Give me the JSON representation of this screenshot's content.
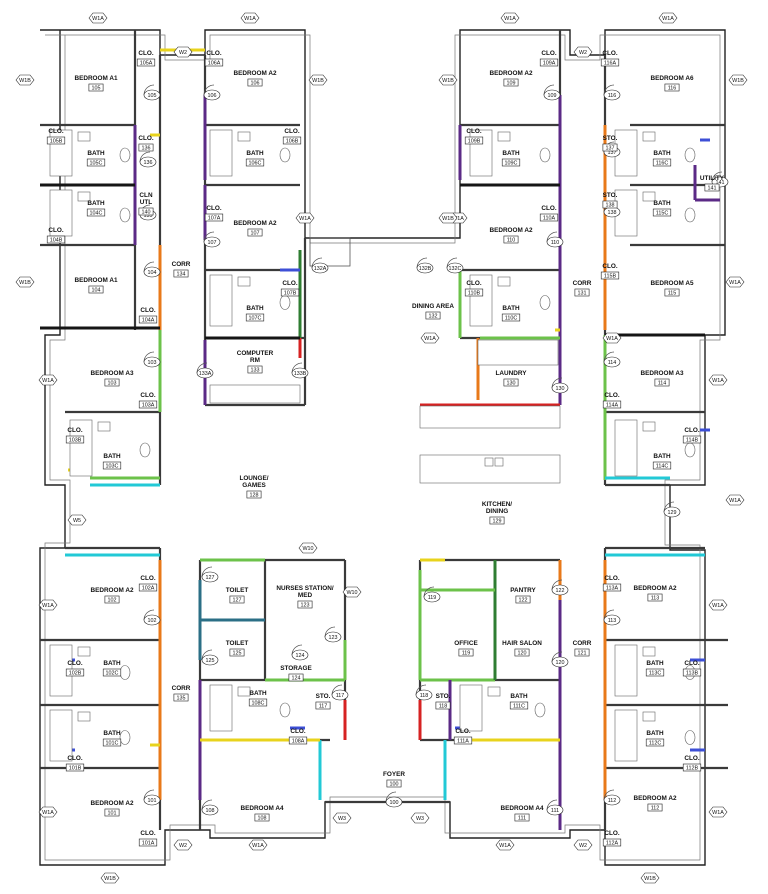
{
  "colors": {
    "purple": "#5b2a86",
    "yellow": "#e8d31c",
    "orange": "#e8791a",
    "green": "#6cc24a",
    "dkgreen": "#2f7d32",
    "cyan": "#22c9d6",
    "blue": "#3d4fd6",
    "red": "#d62222",
    "teal": "#2b6f86",
    "black": "#151515"
  },
  "rooms": [
    {
      "n": "BEDROOM A1",
      "t": "105"
    },
    {
      "n": "BATH",
      "t": "105C"
    },
    {
      "n": "BATH",
      "t": "104C"
    },
    {
      "n": "BEDROOM A1",
      "t": "104"
    },
    {
      "n": "BEDROOM A3",
      "t": "103"
    },
    {
      "n": "BATH",
      "t": "103C"
    },
    {
      "n": "CORR",
      "t": "134"
    },
    {
      "n": "BEDROOM A2",
      "t": "106"
    },
    {
      "n": "BATH",
      "t": "106C"
    },
    {
      "n": "BEDROOM A2",
      "t": "107"
    },
    {
      "n": "BATH",
      "t": "107C"
    },
    {
      "n": "COMPUTER RM",
      "t": "133"
    },
    {
      "n": "DINING AREA",
      "t": "132"
    },
    {
      "n": "BEDROOM A2",
      "t": "109"
    },
    {
      "n": "BATH",
      "t": "109C"
    },
    {
      "n": "BEDROOM A2",
      "t": "110"
    },
    {
      "n": "BATH",
      "t": "110C"
    },
    {
      "n": "LAUNDRY",
      "t": "130"
    },
    {
      "n": "CORR",
      "t": "131"
    },
    {
      "n": "BEDROOM A6",
      "t": "116"
    },
    {
      "n": "BATH",
      "t": "116C"
    },
    {
      "n": "BATH",
      "t": "115C"
    },
    {
      "n": "UTILITY",
      "t": "141"
    },
    {
      "n": "BEDROOM A5",
      "t": "115"
    },
    {
      "n": "BEDROOM A3",
      "t": "114"
    },
    {
      "n": "BATH",
      "t": "114C"
    },
    {
      "n": "LOUNGE/ GAMES",
      "t": "128"
    },
    {
      "n": "KITCHEN/ DINING",
      "t": "129"
    },
    {
      "n": "BEDROOM A2",
      "t": "102"
    },
    {
      "n": "BATH",
      "t": "102C"
    },
    {
      "n": "BATH",
      "t": "101C"
    },
    {
      "n": "BEDROOM A2",
      "t": "101"
    },
    {
      "n": "CORR",
      "t": "135"
    },
    {
      "n": "TOILET",
      "t": "127"
    },
    {
      "n": "TOILET",
      "t": "125"
    },
    {
      "n": "NURSES STATION/ MED",
      "t": "123"
    },
    {
      "n": "STORAGE",
      "t": "124"
    },
    {
      "n": "BATH",
      "t": "108C"
    },
    {
      "n": "STO.",
      "t": "117"
    },
    {
      "n": "BEDROOM A4",
      "t": "108"
    },
    {
      "n": "FOYER",
      "t": "100"
    },
    {
      "n": "OFFICE",
      "t": "119"
    },
    {
      "n": "PANTRY",
      "t": "122"
    },
    {
      "n": "HAIR SALON",
      "t": "120"
    },
    {
      "n": "STO.",
      "t": "118"
    },
    {
      "n": "BATH",
      "t": "111C"
    },
    {
      "n": "BEDROOM A4",
      "t": "111"
    },
    {
      "n": "CORR",
      "t": "121"
    },
    {
      "n": "BEDROOM A2",
      "t": "113"
    },
    {
      "n": "BATH",
      "t": "113C"
    },
    {
      "n": "BATH",
      "t": "112C"
    },
    {
      "n": "BEDROOM A2",
      "t": "112"
    },
    {
      "n": "CLO.",
      "t": "105A"
    },
    {
      "n": "CLO.",
      "t": "105B"
    },
    {
      "n": "CLO.",
      "t": "104B"
    },
    {
      "n": "CLO.",
      "t": "104A"
    },
    {
      "n": "CLO.",
      "t": "103A"
    },
    {
      "n": "CLO.",
      "t": "103B"
    },
    {
      "n": "CLO.",
      "t": "106A"
    },
    {
      "n": "CLO.",
      "t": "106B"
    },
    {
      "n": "CLO.",
      "t": "107A"
    },
    {
      "n": "CLO.",
      "t": "107B"
    },
    {
      "n": "CLO.",
      "t": "109A"
    },
    {
      "n": "CLO.",
      "t": "109B"
    },
    {
      "n": "CLO.",
      "t": "110A"
    },
    {
      "n": "CLO.",
      "t": "110B"
    },
    {
      "n": "CLO.",
      "t": "116A"
    },
    {
      "n": "STO.",
      "t": "137"
    },
    {
      "n": "STO.",
      "t": "138"
    },
    {
      "n": "CLO.",
      "t": "115B"
    },
    {
      "n": "CLO.",
      "t": "114A"
    },
    {
      "n": "CLO.",
      "t": "114B"
    },
    {
      "n": "CLO.",
      "t": "102A"
    },
    {
      "n": "CLO.",
      "t": "102B"
    },
    {
      "n": "CLO.",
      "t": "101B"
    },
    {
      "n": "CLO.",
      "t": "101A"
    },
    {
      "n": "CLO.",
      "t": "108A"
    },
    {
      "n": "CLO.",
      "t": "111A"
    },
    {
      "n": "CLO.",
      "t": "113A"
    },
    {
      "n": "CLO.",
      "t": "113B"
    },
    {
      "n": "CLO.",
      "t": "112B"
    },
    {
      "n": "CLO.",
      "t": "112A"
    },
    {
      "n": "CLO.",
      "t": "136"
    },
    {
      "n": "CLN UTL",
      "t": "140"
    }
  ],
  "doors": [
    "105",
    "136",
    "135",
    "104",
    "103",
    "106",
    "107",
    "133A",
    "133B",
    "132A",
    "132B",
    "132C",
    "109",
    "110",
    "116",
    "137",
    "138",
    "141",
    "114",
    "130",
    "102",
    "101",
    "127",
    "125",
    "123",
    "124",
    "117",
    "108",
    "100",
    "118",
    "119",
    "122",
    "120",
    "111",
    "113",
    "112",
    "129"
  ],
  "windows": [
    "W1A",
    "W1B",
    "W2",
    "W3",
    "W5",
    "W10"
  ]
}
